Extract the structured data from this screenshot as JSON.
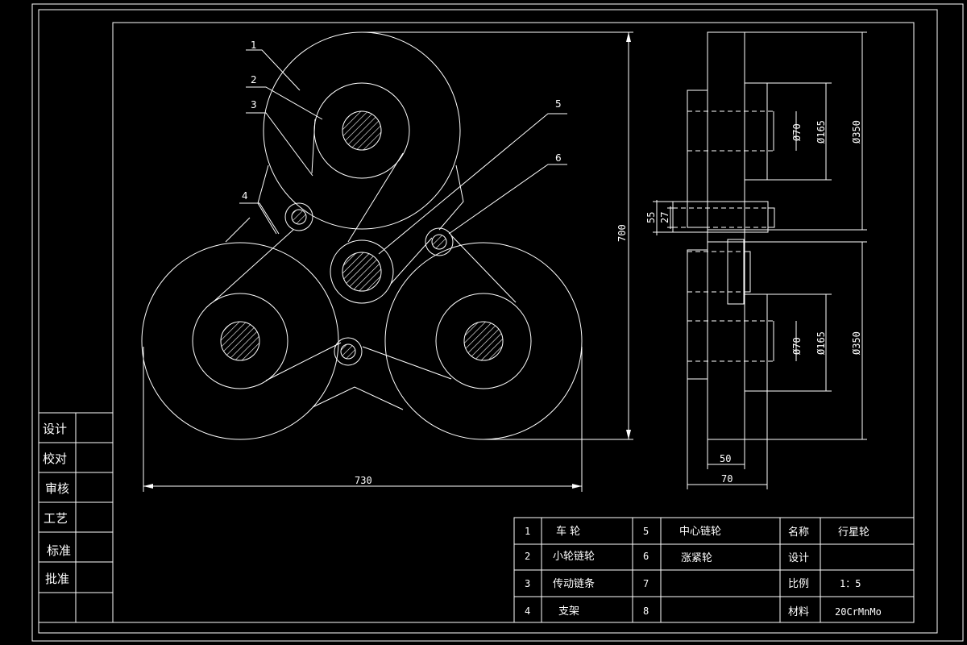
{
  "part_labels": [
    "1",
    "2",
    "3",
    "4",
    "5",
    "6"
  ],
  "dimensions": {
    "width": "730",
    "height": "700",
    "d70_top": "Ø70",
    "d165_top": "Ø165",
    "d350_top": "Ø350",
    "d70_bottom": "Ø70",
    "d165_bottom": "Ø165",
    "d350_bottom": "Ø350",
    "d55": "55",
    "d27": "27",
    "d50": "50",
    "d70_side": "70"
  },
  "signoff": [
    "设计",
    "校对",
    "审核",
    "工艺",
    "标准",
    "批准"
  ],
  "bom": [
    {
      "no": "1",
      "name": "车 轮",
      "no2": "5",
      "name2": "中心链轮"
    },
    {
      "no": "2",
      "name": "小轮链轮",
      "no2": "6",
      "name2": "涨紧轮"
    },
    {
      "no": "3",
      "name": "传动链条",
      "no2": "7",
      "name2": ""
    },
    {
      "no": "4",
      "name": "支架",
      "no2": "8",
      "name2": ""
    }
  ],
  "title_block": {
    "name_label": "名称",
    "name_value": "行星轮",
    "design_label": "设计",
    "design_value": "",
    "scale_label": "比例",
    "scale_value": "1：5",
    "material_label": "材料",
    "material_value": "20CrMnMo"
  },
  "colors": {
    "background": "#000000",
    "line": "#ffffff"
  }
}
